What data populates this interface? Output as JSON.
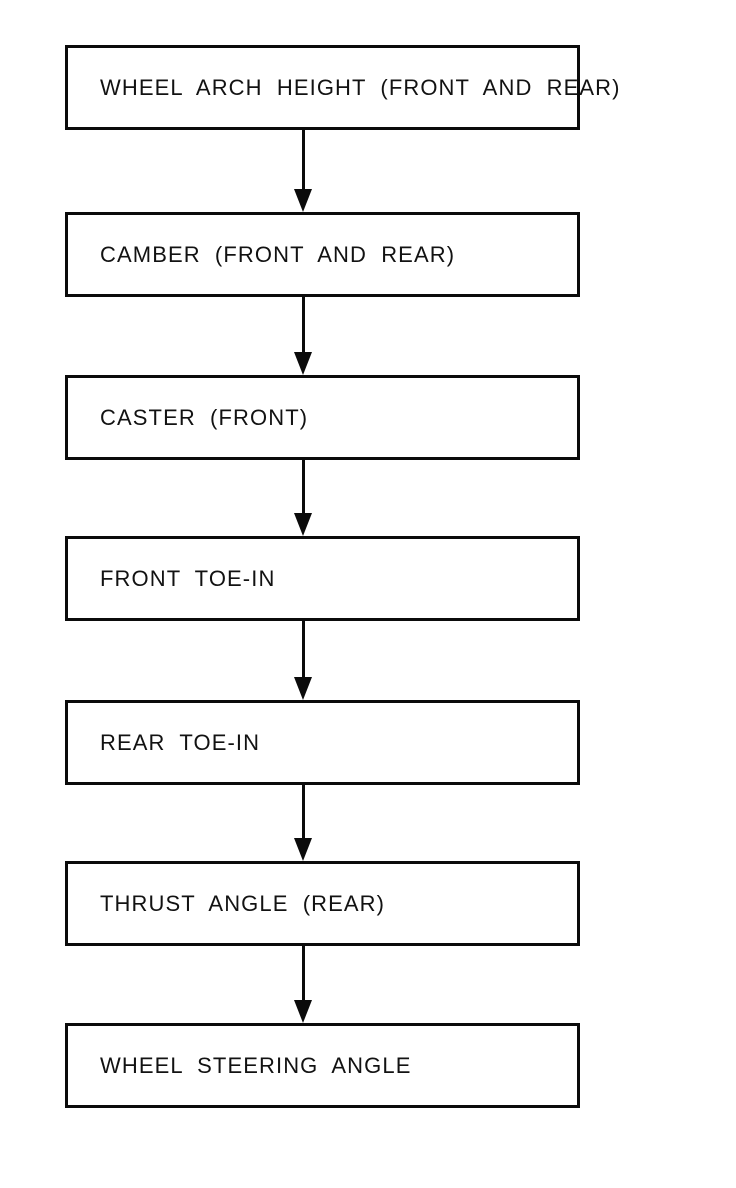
{
  "diagram": {
    "type": "flowchart",
    "direction": "top-down",
    "colors": {
      "line": "#0b0b0b",
      "box_fill": "#ffffff",
      "background": "#ffffff",
      "text": "#121212"
    },
    "boxes": [
      {
        "label": "WHEEL ARCH HEIGHT (FRONT AND REAR)"
      },
      {
        "label": "CAMBER (FRONT AND REAR)"
      },
      {
        "label": "CASTER (FRONT)"
      },
      {
        "label": "FRONT TOE-IN"
      },
      {
        "label": "REAR TOE-IN"
      },
      {
        "label": "THRUST ANGLE (REAR)"
      },
      {
        "label": "WHEEL STEERING ANGLE"
      }
    ],
    "connections": [
      {
        "from": 0,
        "to": 1
      },
      {
        "from": 1,
        "to": 2
      },
      {
        "from": 2,
        "to": 3
      },
      {
        "from": 3,
        "to": 4
      },
      {
        "from": 4,
        "to": 5
      },
      {
        "from": 5,
        "to": 6
      }
    ]
  }
}
